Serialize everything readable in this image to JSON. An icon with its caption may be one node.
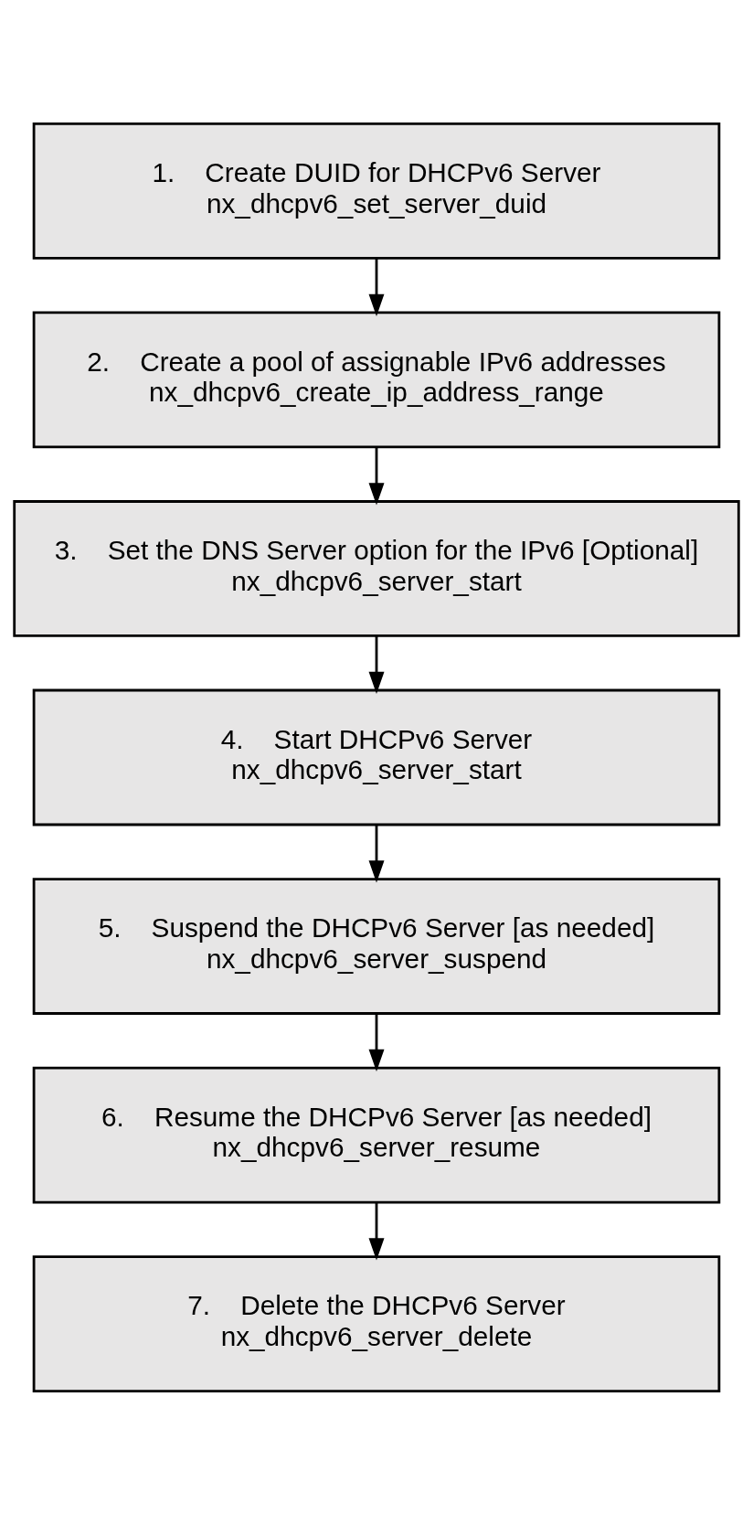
{
  "diagram": {
    "nodes": [
      {
        "text": [
          "1.    Create DUID for DHCPv6 Server",
          "nx_dhcpv6_set_server_duid"
        ]
      },
      {
        "text": [
          "2.    Create a pool of assignable IPv6 addresses",
          "nx_dhcpv6_create_ip_address_range"
        ]
      },
      {
        "text": [
          "3.    Set the DNS Server option for the IPv6 [Optional]",
          "nx_dhcpv6_server_start"
        ]
      },
      {
        "text": [
          "4.    Start DHCPv6 Server",
          "nx_dhcpv6_server_start"
        ]
      },
      {
        "text": [
          "5.    Suspend the DHCPv6 Server [as needed]",
          "nx_dhcpv6_server_suspend"
        ]
      },
      {
        "text": [
          "6.    Resume the DHCPv6 Server [as needed]",
          "nx_dhcpv6_server_resume"
        ]
      },
      {
        "text": [
          "7.    Delete the DHCPv6 Server",
          "nx_dhcpv6_server_delete"
        ]
      }
    ],
    "edges": [
      {
        "from": 0,
        "to": 1,
        "arrow": "to"
      },
      {
        "from": 1,
        "to": 2,
        "arrow": "to"
      },
      {
        "from": 2,
        "to": 3,
        "arrow": "to"
      },
      {
        "from": 3,
        "to": 4,
        "arrow": "to"
      },
      {
        "from": 4,
        "to": 5,
        "arrow": "to"
      },
      {
        "from": 5,
        "to": 6,
        "arrow": "to"
      }
    ]
  }
}
